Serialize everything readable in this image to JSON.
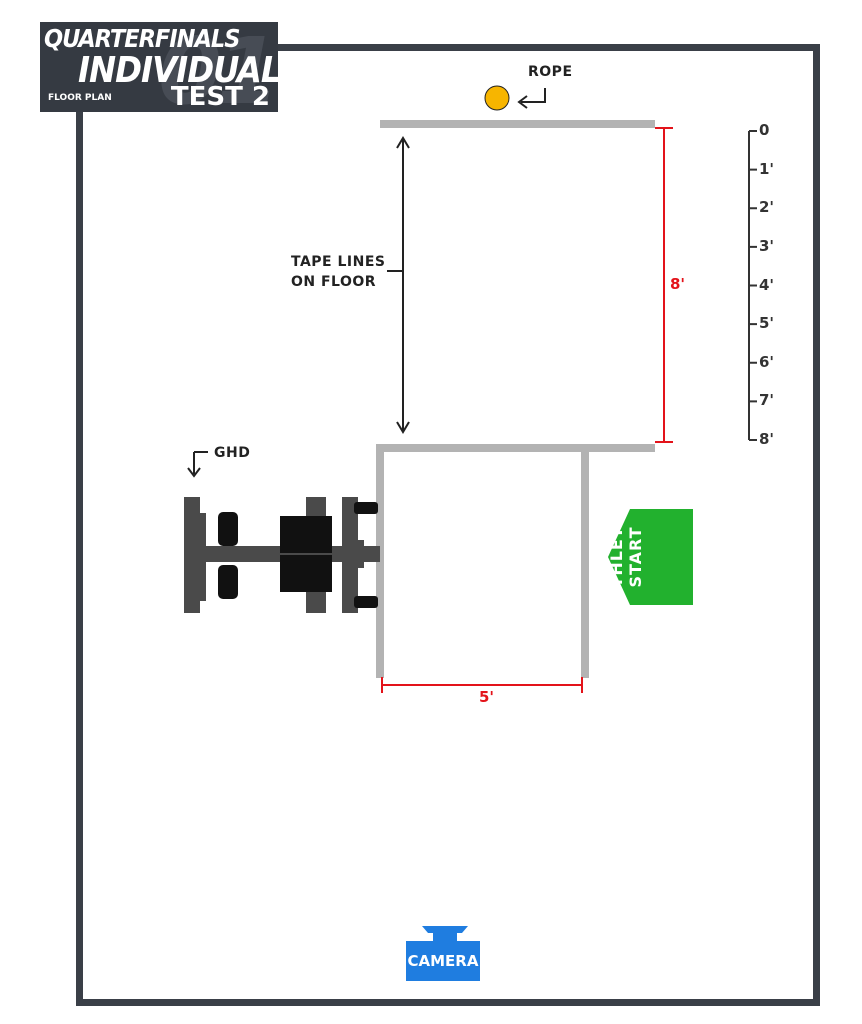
{
  "header": {
    "line1": "QUARTERFINALS",
    "line2": "INDIVIDUALS",
    "subtitle": "FLOOR PLAN",
    "test": "TEST 2",
    "bg_number": "01"
  },
  "labels": {
    "rope": "ROPE",
    "tape_line1": "TAPE LINES",
    "tape_line2": "ON FLOOR",
    "ghd": "GHD",
    "athlete_line1": "ATHLETE",
    "athlete_line2": "START",
    "camera": "CAMERA"
  },
  "dimensions": {
    "length": "8'",
    "width": "5'"
  },
  "scale": [
    "0",
    "1'",
    "2'",
    "3'",
    "4'",
    "5'",
    "6'",
    "7'",
    "8'"
  ],
  "colors": {
    "border": "#3a3f47",
    "header_bg": "#353a42",
    "tape": "#b3b3b3",
    "dimension": "#e3131a",
    "rope": "#f7b500",
    "athlete": "#22b12e",
    "camera": "#1f7de0",
    "equipment_dark": "#4a4a4a",
    "equipment_black": "#111111"
  }
}
